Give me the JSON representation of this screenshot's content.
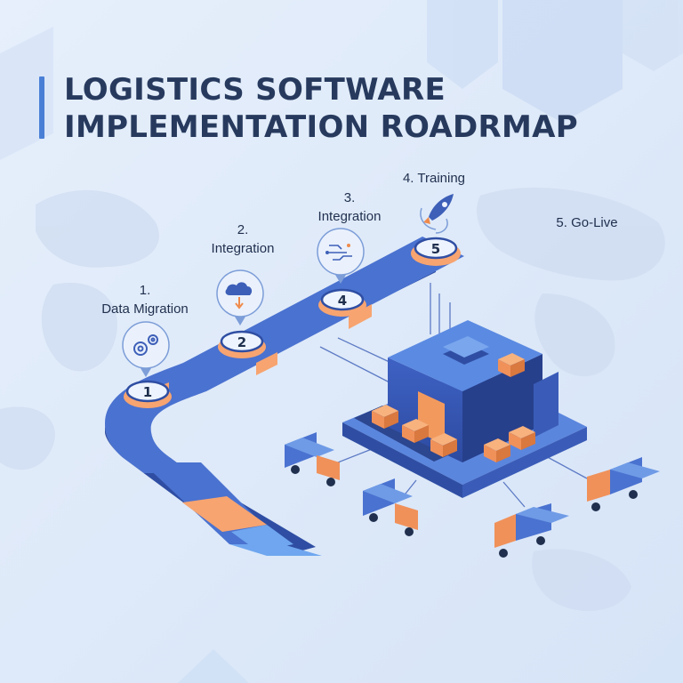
{
  "title": {
    "line1": "LOGISTICS SOFTWARE",
    "line2": "IMPLEMENTATION ROADRMAP"
  },
  "steps": [
    {
      "badge": "1",
      "number": "1.",
      "name": "Data Migration",
      "icon": "gears-icon"
    },
    {
      "badge": "2",
      "number": "2.",
      "name": "Integration",
      "icon": "cloud-download-icon"
    },
    {
      "badge": "4",
      "number": "3.",
      "name": "Integration",
      "icon": "circuit-icon"
    },
    {
      "badge": "5",
      "number": "4.",
      "name": "Training",
      "icon": "rocket-icon"
    },
    {
      "number": "5.",
      "name": "Go-Live"
    }
  ],
  "colors": {
    "background": "#dfeafa",
    "road_blue": "#4a72d0",
    "road_dark": "#2f4ea3",
    "road_light": "#6fa6ef",
    "accent_orange": "#f7a470",
    "title_text": "#273a5e",
    "box_orange": "#f0915a"
  }
}
